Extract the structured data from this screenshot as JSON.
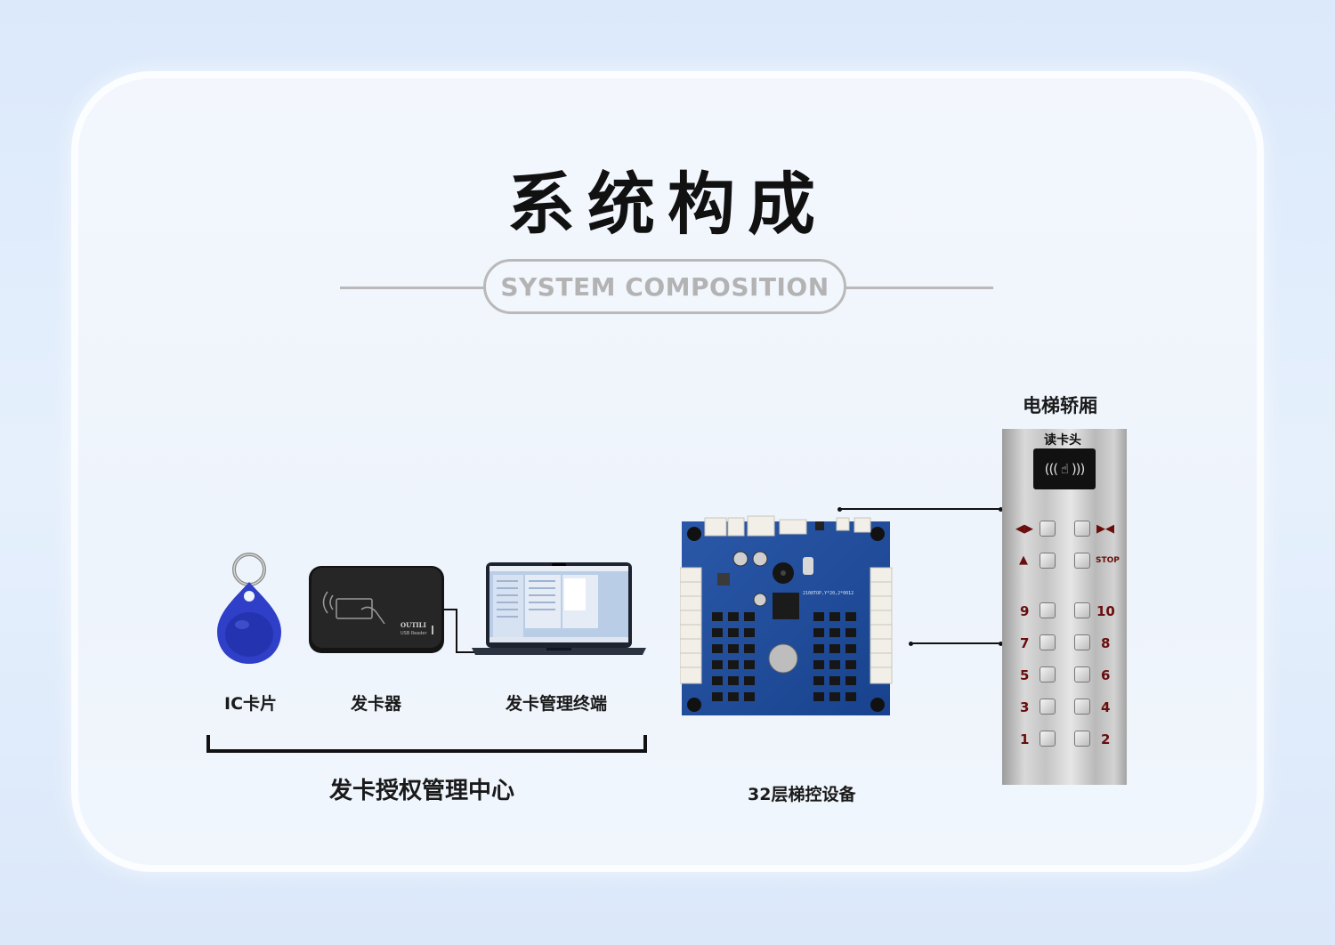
{
  "title": "系统构成",
  "subtitle": "SYSTEM COMPOSITION",
  "components": {
    "ic_card": "IC卡片",
    "card_issuer": "发卡器",
    "terminal": "发卡管理终端",
    "management_center": "发卡授权管理中心",
    "controller": "32层梯控设备",
    "elevator_car": "电梯轿厢",
    "card_reader": "读卡头"
  },
  "issuer_brand": "OUTILI",
  "issuer_model": "USB Reader",
  "board_marking": "2108TOP,Y*20,2*0012",
  "panel_buttons": {
    "stop": "STOP",
    "floors_left": [
      "9",
      "7",
      "5",
      "3",
      "1"
    ],
    "floors_right": [
      "10",
      "8",
      "6",
      "4",
      "2"
    ]
  },
  "colors": {
    "fob_blue": "#2f3fc8",
    "board_blue": "#1c4a9a",
    "accent_red": "#6a0d0d"
  }
}
